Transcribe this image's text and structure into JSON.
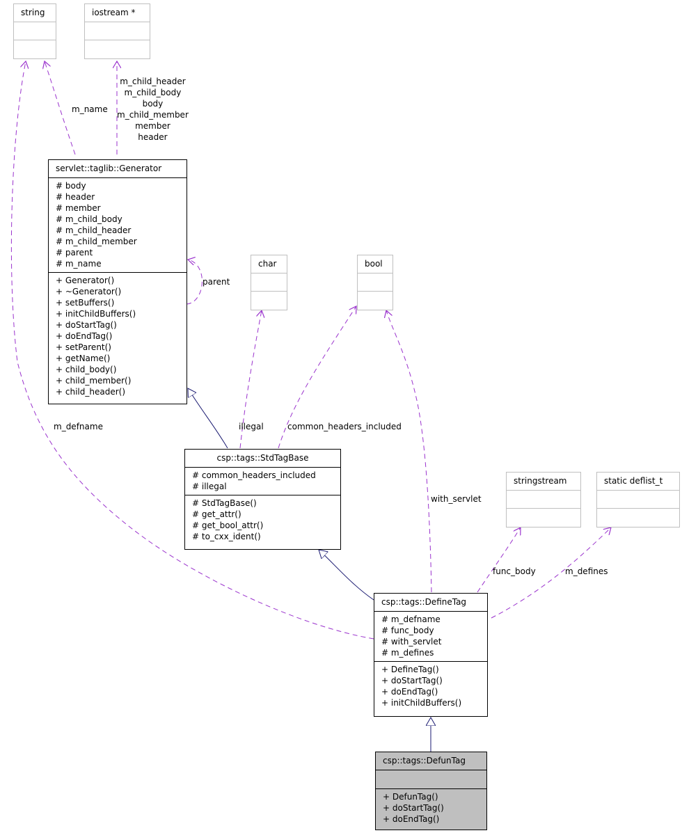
{
  "classes": {
    "string": {
      "name": "string",
      "attrs": [],
      "ops": []
    },
    "iostream": {
      "name": "iostream  *",
      "attrs": [],
      "ops": []
    },
    "generator": {
      "name": "servlet::taglib::Generator",
      "attrs": [
        "# body",
        "# header",
        "# member",
        "# m_child_body",
        "# m_child_header",
        "# m_child_member",
        "# parent",
        "# m_name"
      ],
      "ops": [
        "+ Generator()",
        "+ ~Generator()",
        "+ setBuffers()",
        "+ initChildBuffers()",
        "+ doStartTag()",
        "+ doEndTag()",
        "+ setParent()",
        "+ getName()",
        "+ child_body()",
        "+ child_member()",
        "+ child_header()"
      ]
    },
    "char": {
      "name": "char",
      "attrs": [],
      "ops": []
    },
    "bool": {
      "name": "bool",
      "attrs": [],
      "ops": []
    },
    "stdtagbase": {
      "name": "csp::tags::StdTagBase",
      "attrs": [
        "# common_headers_included",
        "# illegal"
      ],
      "ops": [
        "# StdTagBase()",
        "# get_attr()",
        "# get_bool_attr()",
        "# to_cxx_ident()"
      ]
    },
    "stringstream": {
      "name": "stringstream",
      "attrs": [],
      "ops": []
    },
    "deflist": {
      "name": "static deflist_t",
      "attrs": [],
      "ops": []
    },
    "definetag": {
      "name": "csp::tags::DefineTag",
      "attrs": [
        "# m_defname",
        "# func_body",
        "# with_servlet",
        "# m_defines"
      ],
      "ops": [
        "+ DefineTag()",
        "+ doStartTag()",
        "+ doEndTag()",
        "+ initChildBuffers()"
      ]
    },
    "defuntag": {
      "name": "csp::tags::DefunTag",
      "attrs": [],
      "ops": [
        "+ DefunTag()",
        "+ doStartTag()",
        "+ doEndTag()"
      ]
    }
  },
  "edge_labels": {
    "m_name": "m_name",
    "iostream_members": [
      "m_child_header",
      "m_child_body",
      "body",
      "m_child_member",
      "member",
      "header"
    ],
    "parent": "parent",
    "m_defname": "m_defname",
    "illegal": "illegal",
    "common_headers_included": "common_headers_included",
    "with_servlet": "with_servlet",
    "func_body": "func_body",
    "m_defines": "m_defines"
  },
  "colors": {
    "association": "#9a32cd",
    "inheritance": "#191970",
    "focus_fill": "#bfbfbf",
    "external_border": "#bfbfbf"
  }
}
